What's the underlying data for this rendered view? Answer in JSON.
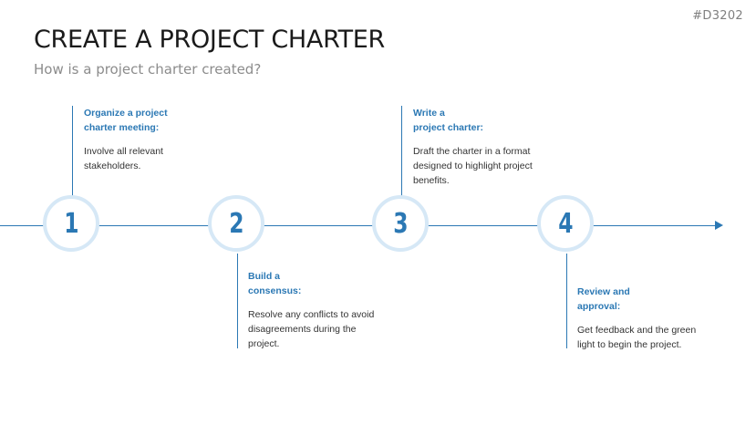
{
  "slide": {
    "code": "#D3202",
    "title": "CREATE A PROJECT CHARTER",
    "subtitle": "How is a project charter created?"
  },
  "colors": {
    "accent": "#2b78b4",
    "circle_ring": "#d6e8f6",
    "body_text": "#333333"
  },
  "steps": [
    {
      "number": "1",
      "heading": "Organize a project\ncharter meeting:",
      "body": "Involve all relevant\nstakeholders."
    },
    {
      "number": "2",
      "heading": "Build a\nconsensus:",
      "body": "Resolve any conflicts to avoid\ndisagreements during the\nproject."
    },
    {
      "number": "3",
      "heading": "Write a\nproject charter:",
      "body": "Draft the charter in a format\ndesigned to highlight project\nbenefits."
    },
    {
      "number": "4",
      "heading": "Review and\napproval:",
      "body": "Get feedback and the green\nlight to begin the project."
    }
  ]
}
